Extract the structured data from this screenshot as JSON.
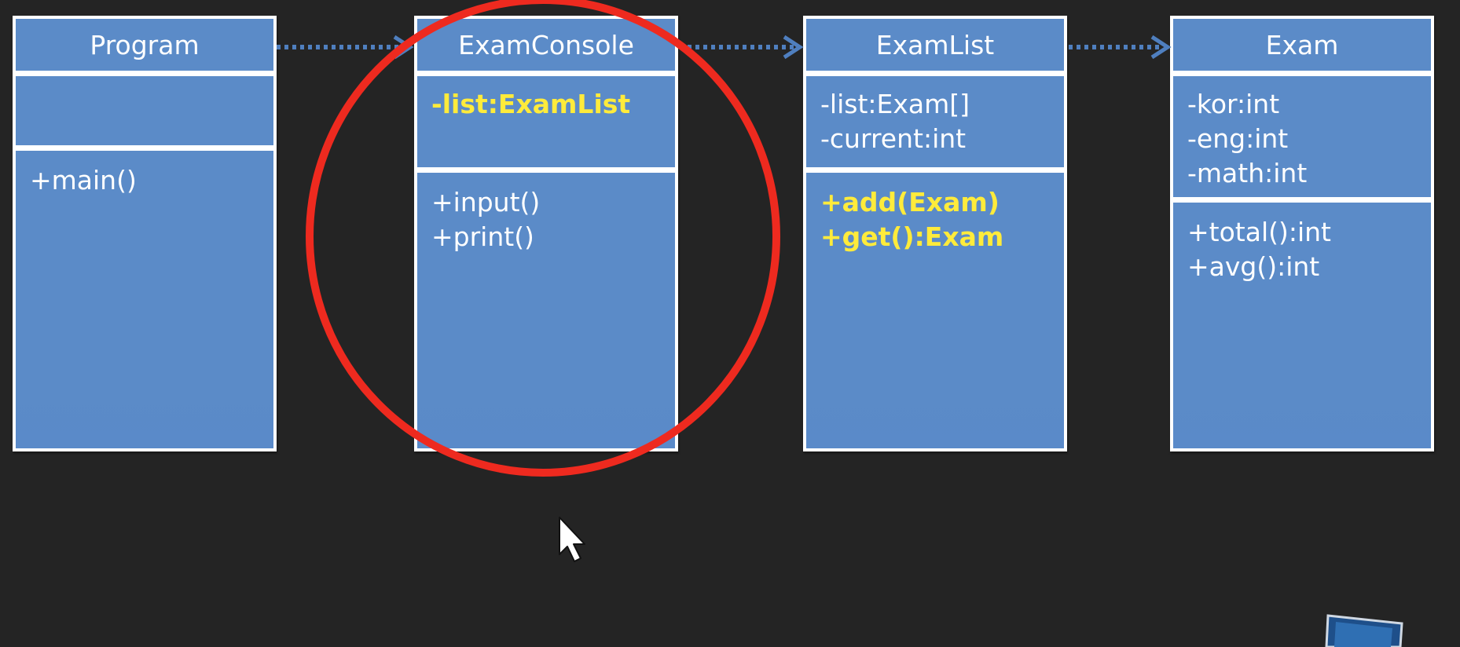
{
  "diagram": {
    "classes": [
      {
        "name": "Program",
        "attributes": [],
        "methods": [
          {
            "text": "+main()",
            "highlight": false
          }
        ]
      },
      {
        "name": "ExamConsole",
        "attributes": [
          {
            "text": "-list:ExamList",
            "highlight": true
          }
        ],
        "methods": [
          {
            "text": "+input()",
            "highlight": false
          },
          {
            "text": "+print()",
            "highlight": false
          }
        ]
      },
      {
        "name": "ExamList",
        "attributes": [
          {
            "text": "-list:Exam[]",
            "highlight": false
          },
          {
            "text": "-current:int",
            "highlight": false
          }
        ],
        "methods": [
          {
            "text": "+add(Exam)",
            "highlight": true
          },
          {
            "text": "+get():Exam",
            "highlight": true
          }
        ]
      },
      {
        "name": "Exam",
        "attributes": [
          {
            "text": "-kor:int",
            "highlight": false
          },
          {
            "text": "-eng:int",
            "highlight": false
          },
          {
            "text": "-math:int",
            "highlight": false
          }
        ],
        "methods": [
          {
            "text": "+total():int",
            "highlight": false
          },
          {
            "text": "+avg():int",
            "highlight": false
          }
        ]
      }
    ],
    "dependencies": [
      {
        "from": "Program",
        "to": "ExamConsole",
        "style": "dotted"
      },
      {
        "from": "ExamConsole",
        "to": "ExamList",
        "style": "dotted"
      },
      {
        "from": "ExamList",
        "to": "Exam",
        "style": "dotted"
      }
    ],
    "annotation": {
      "shape": "ellipse",
      "target": "ExamConsole",
      "color": "#ee2a1f"
    }
  },
  "colors": {
    "background": "#242424",
    "class_fill": "#5b8bc8",
    "class_border": "#ffffff",
    "highlight_text": "#ffeb3b",
    "arrow": "#4f7fbf",
    "annotation": "#ee2a1f"
  },
  "icons": {
    "cursor": "mouse-pointer-icon",
    "corner": "laptop-icon"
  }
}
